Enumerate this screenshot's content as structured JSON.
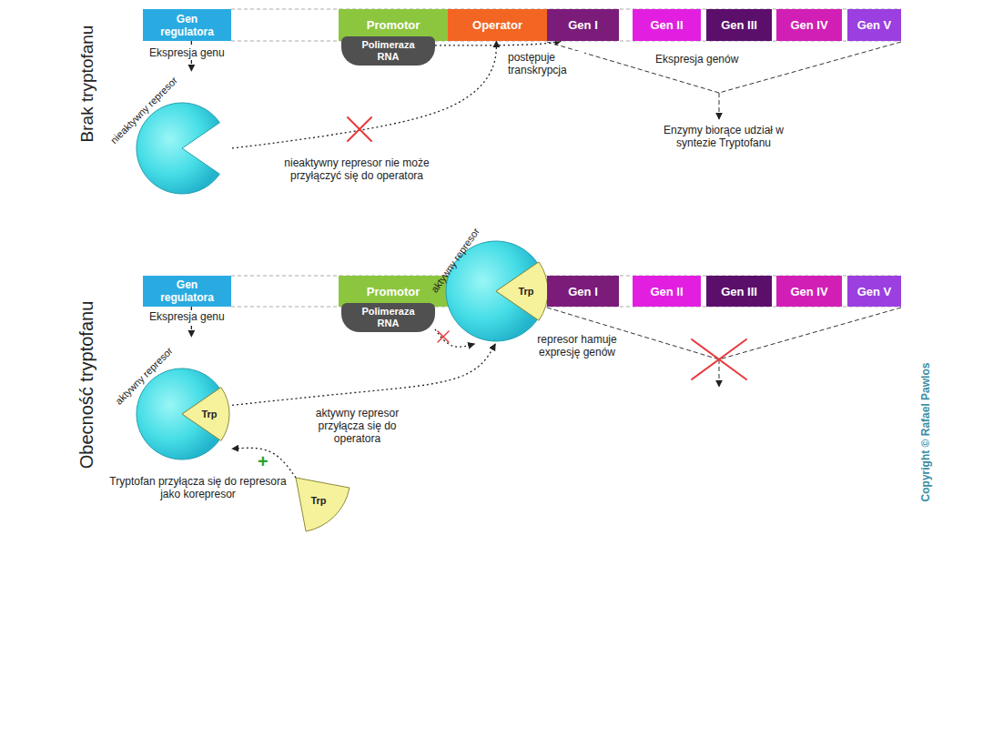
{
  "diagram": {
    "nodes": [
      {
        "text": [
          "Gen regulatora"
        ]
      },
      {
        "text": [
          "Promotor"
        ]
      },
      {
        "text": [
          "Polimeraza RNA"
        ]
      },
      {
        "text": [
          "Operator"
        ]
      },
      {
        "text": [
          "Gen I"
        ]
      },
      {
        "text": [
          "Gen II"
        ]
      },
      {
        "text": [
          "Gen III"
        ]
      },
      {
        "text": [
          "Gen IV"
        ]
      },
      {
        "text": [
          "Gen V"
        ]
      },
      {
        "text": [
          "nieaktywny represor"
        ]
      },
      {
        "text": [
          "Gen regulatora"
        ]
      },
      {
        "text": [
          "Promotor"
        ]
      },
      {
        "text": [
          "Polimeraza RNA"
        ]
      },
      {
        "text": [
          "aktywny represor"
        ]
      },
      {
        "text": [
          "Trp"
        ],
        "in": 13
      },
      {
        "text": [
          "Gen I"
        ]
      },
      {
        "text": [
          "Gen II"
        ]
      },
      {
        "text": [
          "Gen III"
        ]
      },
      {
        "text": [
          "Gen IV"
        ]
      },
      {
        "text": [
          "Gen V"
        ]
      },
      {
        "text": [
          "aktywny represor"
        ]
      },
      {
        "text": [
          "Trp"
        ],
        "in": 20
      },
      {
        "text": [
          "Trp"
        ]
      }
    ],
    "edges": [
      {
        "from": 0,
        "to": 9,
        "arrow": "to",
        "label": "Ekspresja genu"
      },
      {
        "from": 9,
        "to": 3,
        "arrow": "to",
        "label": "nieaktywny represor nie może przyłączyć się do operatora"
      },
      {
        "from": 2,
        "to": 4,
        "arrow": "to",
        "label": "postępuje transkrypcja"
      },
      {
        "from": 10,
        "to": 20,
        "arrow": "to",
        "label": "Ekspresja genu"
      },
      {
        "from": 22,
        "to": 20,
        "arrow": "to",
        "label": "Tryptofan przyłącza się do represora jako korepresor"
      },
      {
        "from": 20,
        "to": 13,
        "arrow": "to",
        "label": "aktywny represor przyłącza się do operatora"
      },
      {
        "from": 12,
        "to": 13,
        "arrow": "to"
      }
    ],
    "labels": [
      "Brak tryptofanu",
      "Ekspresja genów",
      "Enzymy biorące udział w syntezie Tryptofanu",
      "Obecność tryptofanu",
      "represor hamuje expresję genów",
      "+",
      "Copyright © Rafael Pawlos"
    ]
  }
}
